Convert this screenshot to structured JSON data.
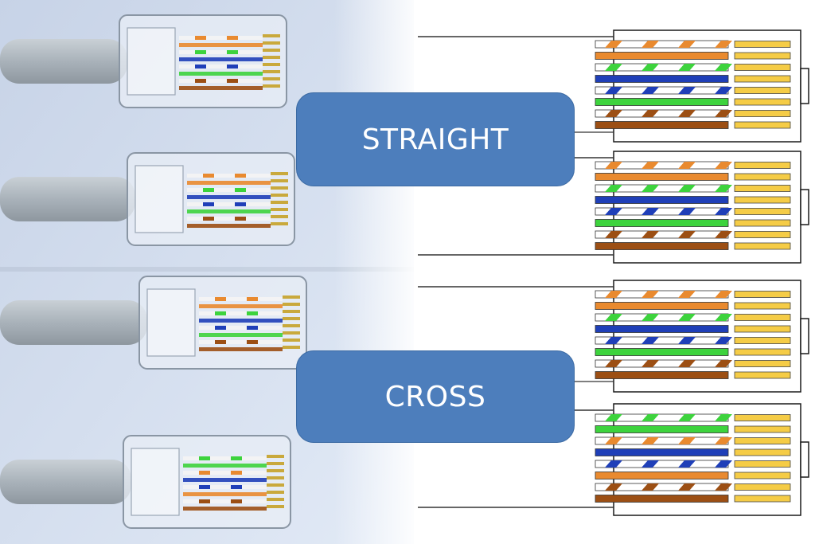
{
  "labels": {
    "straight": "STRAIGHT",
    "cross": "CROSS"
  },
  "colors": {
    "orange": "#e98a2f",
    "brown": "#9c4f14",
    "green": "#3dd33d",
    "blue": "#1f3fb8",
    "white": "#ffffff",
    "gold_contact": "#f5cc46",
    "label_fill": "#4d7ebc",
    "photo_bg_top": "#c6d2e6",
    "photo_bg_bottom": "#dfe8f5",
    "cable_gray": "#b3bcc4"
  },
  "wiring": {
    "straight": {
      "end_a": [
        "orange-stripe",
        "orange",
        "green-stripe",
        "blue",
        "blue-stripe",
        "green",
        "brown-stripe",
        "brown"
      ],
      "end_b": [
        "orange-stripe",
        "orange",
        "green-stripe",
        "blue",
        "blue-stripe",
        "green",
        "brown-stripe",
        "brown"
      ]
    },
    "cross": {
      "end_a": [
        "orange-stripe",
        "orange",
        "green-stripe",
        "blue",
        "blue-stripe",
        "green",
        "brown-stripe",
        "brown"
      ],
      "end_b": [
        "green-stripe",
        "green",
        "orange-stripe",
        "blue",
        "blue-stripe",
        "orange",
        "brown-stripe",
        "brown"
      ]
    }
  }
}
